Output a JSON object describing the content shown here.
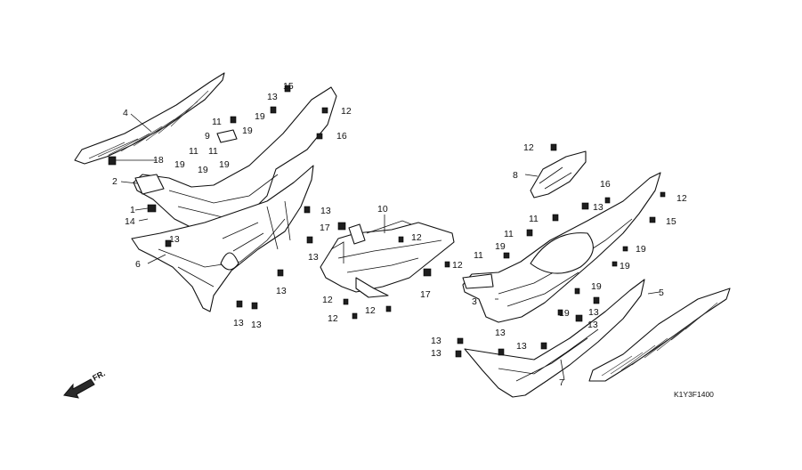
{
  "diagram": {
    "code": "K1Y3F1400",
    "front_marker": "FR.",
    "callouts": [
      "1",
      "2",
      "3",
      "4",
      "5",
      "6",
      "7",
      "8",
      "9",
      "10",
      "11",
      "12",
      "13",
      "14",
      "15",
      "16",
      "17",
      "18",
      "19"
    ]
  }
}
